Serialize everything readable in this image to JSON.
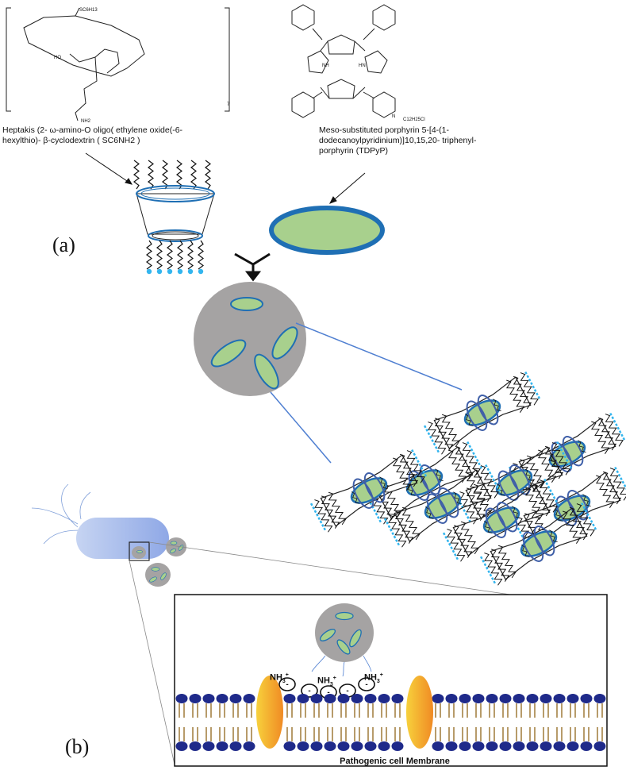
{
  "captions": {
    "cyclodextrin": "Heptakis (2- ω-amino-O oligo( ethylene oxide(-6-hexylthio)- β-cyclodextrin ( SC6NH2 )",
    "porphyrin": "Meso-substituted porphyrin 5-[4-(1-dodecanoylpyridinium)]10,15,20- triphenyl-porphyrin (TDPyP)"
  },
  "structure_labels": {
    "thio_group": "SC6H13",
    "hydroxyl": "HO",
    "amine": "NH2",
    "repeat_count": "7",
    "pyrrole_nh_1": "NH",
    "pyrrole_nh_2": "HN",
    "pyridinium_n": "N",
    "alkyl_chain": "C12H25Cl"
  },
  "panels": {
    "a": "(a)",
    "b": "(b)"
  },
  "membrane": {
    "title": "Pathogenic cell Membrane",
    "amine_label": "NH",
    "amine_sub": "3",
    "amine_sup": "+",
    "charge_symbol": "-"
  },
  "colors": {
    "porphyrin_fill": "#a8d08d",
    "porphyrin_border": "#1f6fb4",
    "nanoparticle_gray": "#a5a3a3",
    "bacterium_blue": "#9fb6e8",
    "lipid_head": "#1f2a8a",
    "lipid_tail": "#b79b6a",
    "channel_orange": "#f08a24",
    "channel_yellow": "#f7d13c",
    "amine_dot": "#33b5ee",
    "connector_blue": "#4f7fd1"
  }
}
